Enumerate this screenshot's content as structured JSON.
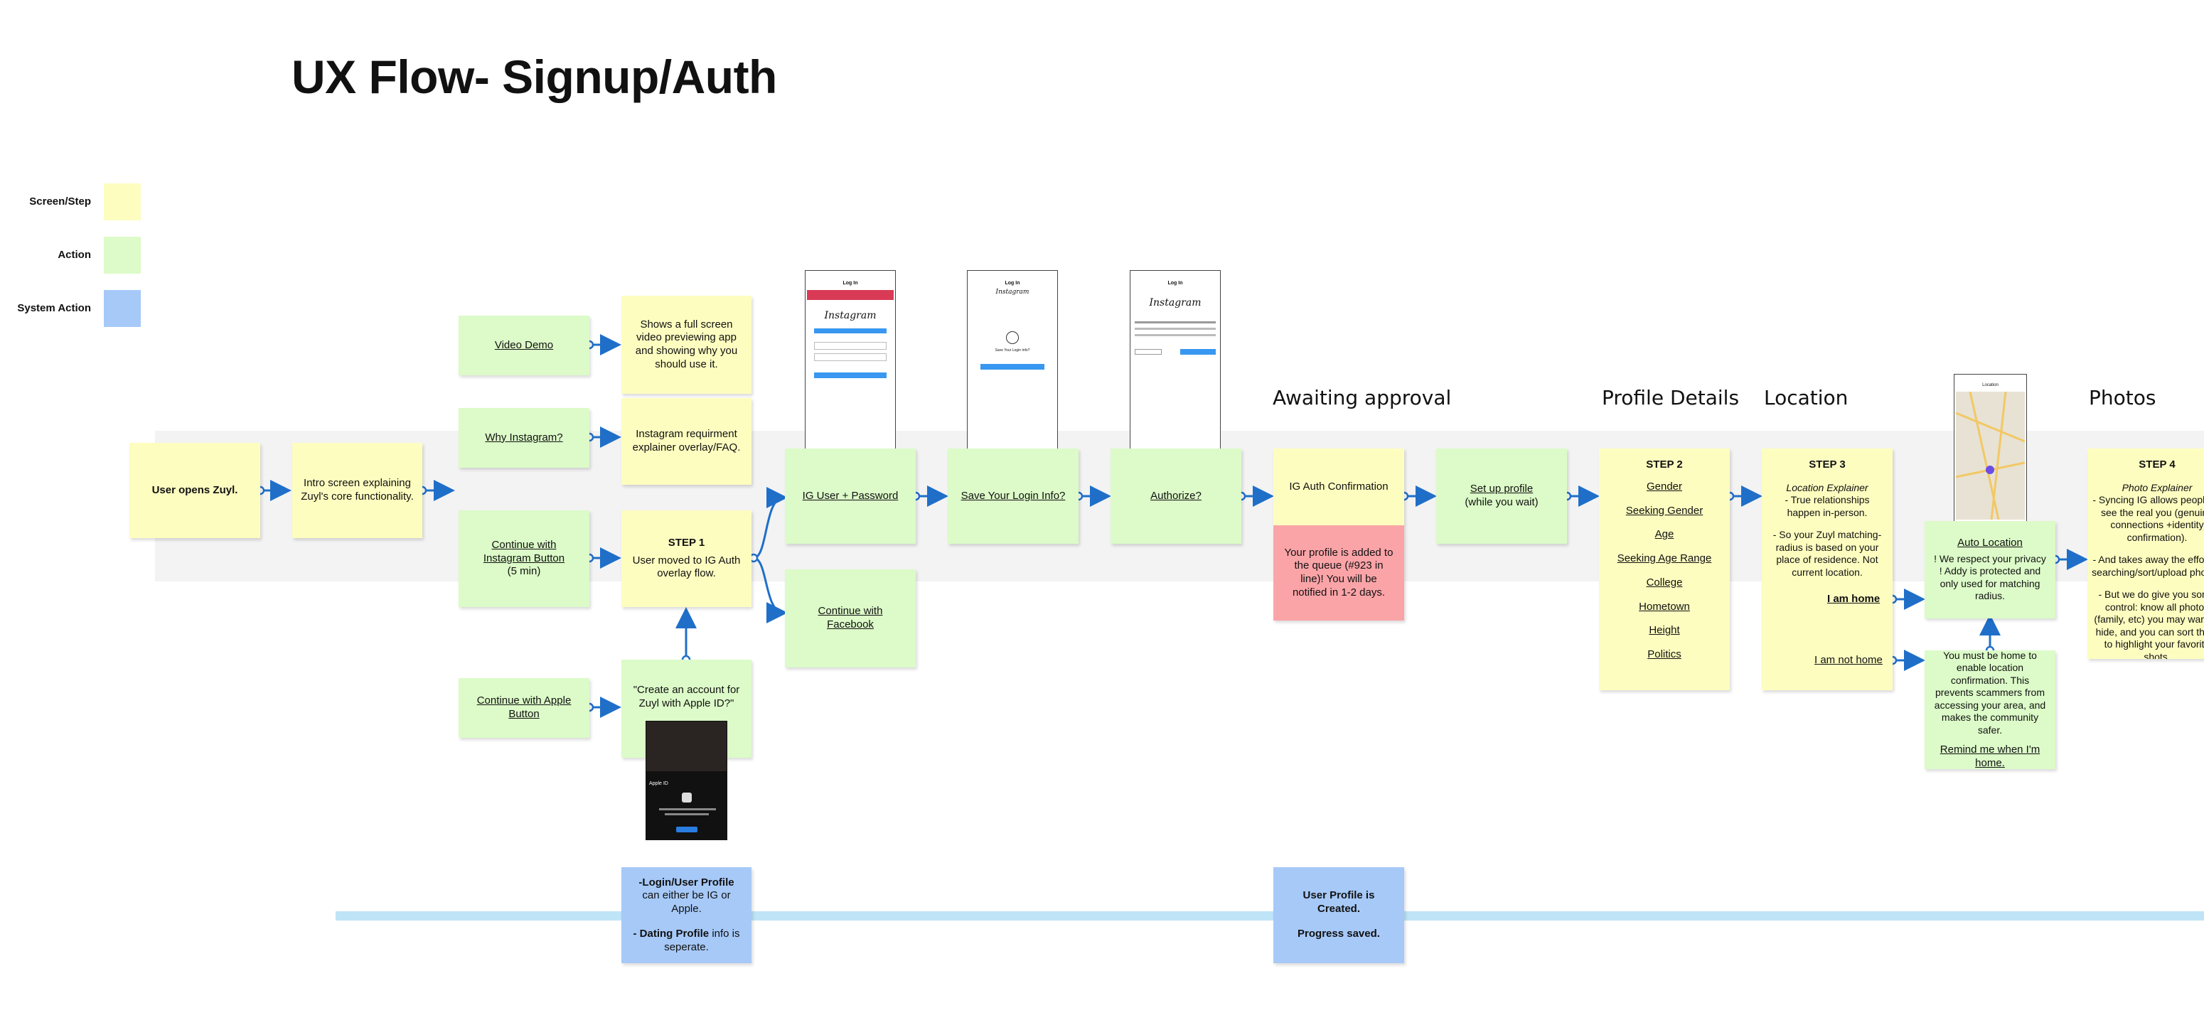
{
  "title": "UX Flow- Signup/Auth",
  "legend": [
    {
      "label": "Screen/Step",
      "color": "#fdfdc0"
    },
    {
      "label": "Action",
      "color": "#dcfbc8"
    },
    {
      "label": "System Action",
      "color": "#a6c9f8"
    }
  ],
  "sections": {
    "awaiting": "Awaiting approval",
    "profile": "Profile Details",
    "location": "Location",
    "photos": "Photos"
  },
  "notes": {
    "user_opens": "User opens Zuyl.",
    "intro": "Intro screen explaining Zuyl's core functionality.",
    "video_demo": "Video Demo",
    "video_preview": "Shows a full screen video previewing app and showing why you should use it.",
    "why_instagram": "Why Instagram?",
    "ig_requirement": "Instagram requirment explainer overlay/FAQ.",
    "continue_instagram": "Continue with Instagram Button",
    "continue_instagram_time": "(5 min)",
    "step1_title": "STEP 1",
    "step1_body": "User moved to IG Auth overlay flow.",
    "continue_apple": "Continue with Apple Button",
    "apple_prompt": "\"Create an account for Zuyl with Apple ID?\"",
    "ig_user_pass": "IG User + Password",
    "save_login": "Save Your Login Info?",
    "authorize": "Authorize?",
    "continue_facebook": "Continue with Facebook",
    "ig_auth_confirm": "IG Auth Confirmation",
    "queue": "Your profile is added to the queue (#923 in line)! You will be notified in 1-2 days.",
    "setup_profile": "Set up profile",
    "setup_profile_sub": "(while you wait)",
    "step2_title": "STEP 2",
    "step2_items": [
      "Gender",
      "Seeking Gender",
      "Age",
      "Seeking Age Range",
      "College",
      "Hometown",
      "Height",
      "Politics"
    ],
    "step3_title": "STEP 3",
    "step3_subtitle": "Location Explainer",
    "step3_body1": "- True relationships happen in-person.",
    "step3_body2": "- So your Zuyl matching-radius is based on your place of residence. Not current location.",
    "i_am_home": "I am home",
    "i_am_not_home": "I am not home",
    "auto_location": "Auto Location",
    "auto_location_body": "! We respect your privacy ! Addy is protected and only used for matching radius.",
    "must_be_home": "You must be home to enable location confirmation. This prevents scammers from accessing your area, and makes the community safer.",
    "remind_me": "Remind me when I'm home.",
    "step4_title": "STEP 4",
    "step4_subtitle": "Photo Explainer",
    "step4_body1": "- Syncing IG allows people to see the real you (genuine connections +identity confirmation).",
    "step4_body2": "- And takes away the effort of searching/sort/upload photos.",
    "step4_body3": "- But we do give you some control: know all photos (family, etc) you may want to hide, and you can sort them to highlight your favorite shots.",
    "login_profile_bold": "-Login/User Profile",
    "login_profile_rest": "can either be IG or Apple.",
    "dating_profile_bold": "- Dating Profile",
    "dating_profile_rest": "info is seperate.",
    "user_created": "User Profile is Created.",
    "progress_saved": "Progress saved."
  },
  "mockups": {
    "login_title": "Log In",
    "save_title": "Log In",
    "auth_title": "Log In",
    "brand": "Instagram",
    "save_question": "Save Your Login Info?",
    "apple_id": "Apple ID",
    "location_title": "Location"
  },
  "colors": {
    "arrow": "#1f6fc9",
    "screen": "#fdfdc0",
    "action": "#dcfbc8",
    "system": "#a6c9f8",
    "alert": "#fba4a8"
  }
}
